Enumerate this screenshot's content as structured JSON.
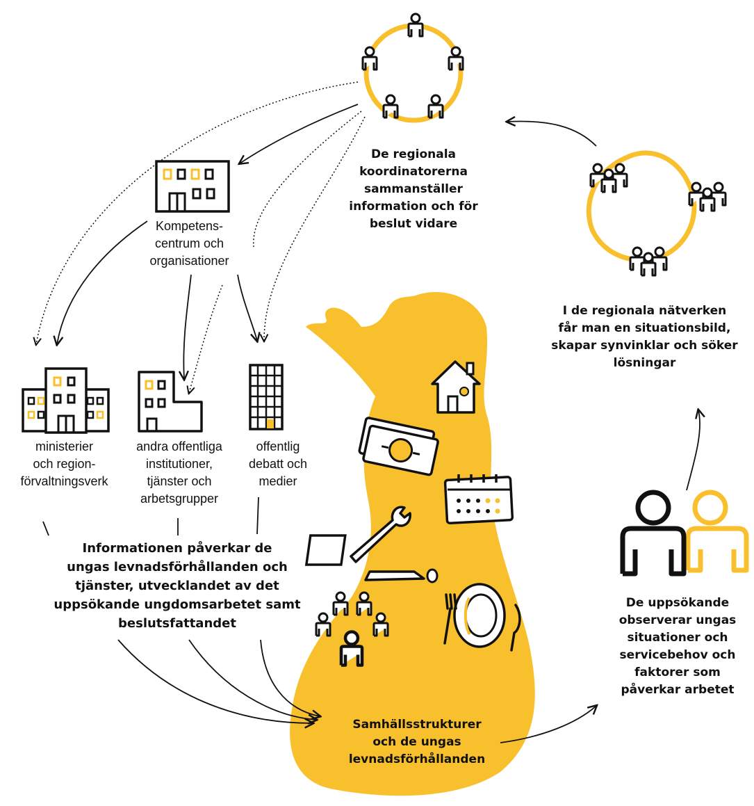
{
  "colors": {
    "accent": "#F9C02D",
    "ink": "#111111",
    "background": "#FFFFFF"
  },
  "labels": {
    "coordinators": "De regionala\nkoordinatorerna\nsammanställer\ninformation och för\nbeslut vidare",
    "networks": "I de regionala nätverken\nfår man en situationsbild,\nskapar synvinklar och söker\nlösningar",
    "competence": "Kompetens-\ncentrum och\norganisationer",
    "ministries": "ministerier\noch region-\nförvaltningsverk",
    "institutions": "andra offentliga\ninstitutioner,\ntjänster och\narbetsgrupper",
    "debate": "offentlig\ndebatt och\nmedier",
    "information": "Informationen påverkar de\nungas levnadsförhållanden och\ntjänster, utvecklandet av det\nuppsökande ungdomsarbetet samt\nbeslutsfattandet",
    "society": "Samhällsstrukturer\noch de ungas\nlevnadsförhållanden",
    "outreach": "De uppsökande\nobserverar ungas\nsituationer och\nservicebehov och\nfaktorer som\npåverkar arbetet"
  },
  "icons": {
    "coordinator_circle": "people-circle-icon",
    "networks_circle": "groups-circle-icon",
    "competence_building": "office-building-icon",
    "ministries_building": "government-buildings-icon",
    "institutions_building": "institution-building-icon",
    "debate_building": "media-tower-icon",
    "house": "house-icon",
    "money": "money-icon",
    "calendar": "calendar-icon",
    "tools": "wrench-laptop-icon",
    "people": "people-group-icon",
    "meal": "plate-cutlery-icon",
    "youth": "outreach-workers-icon"
  }
}
